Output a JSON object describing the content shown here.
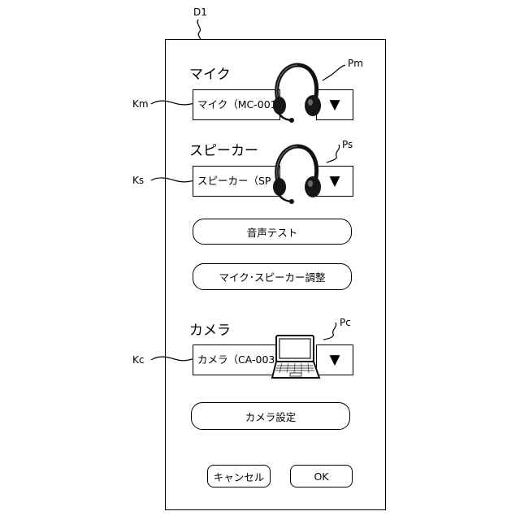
{
  "figure_label": "D1",
  "references": {
    "mic_picture": "Pm",
    "speaker_picture": "Ps",
    "camera_picture": "Pc",
    "mic_select": "Km",
    "speaker_select": "Ks",
    "camera_select": "Kc"
  },
  "mic": {
    "title": "マイク",
    "selected": "マイク（MC-001",
    "icon": "headset-icon"
  },
  "speaker": {
    "title": "スピーカー",
    "selected": "スピーカー（SP",
    "icon": "headset-icon"
  },
  "camera": {
    "title": "カメラ",
    "selected": "カメラ（CA-0034",
    "icon": "laptop-icon"
  },
  "buttons": {
    "audio_test": "音声テスト",
    "mic_speaker_adjust": "マイク･スピーカー調整",
    "camera_settings": "カメラ設定",
    "cancel": "キャンセル",
    "ok": "OK"
  },
  "dropdown_arrow": "▼"
}
